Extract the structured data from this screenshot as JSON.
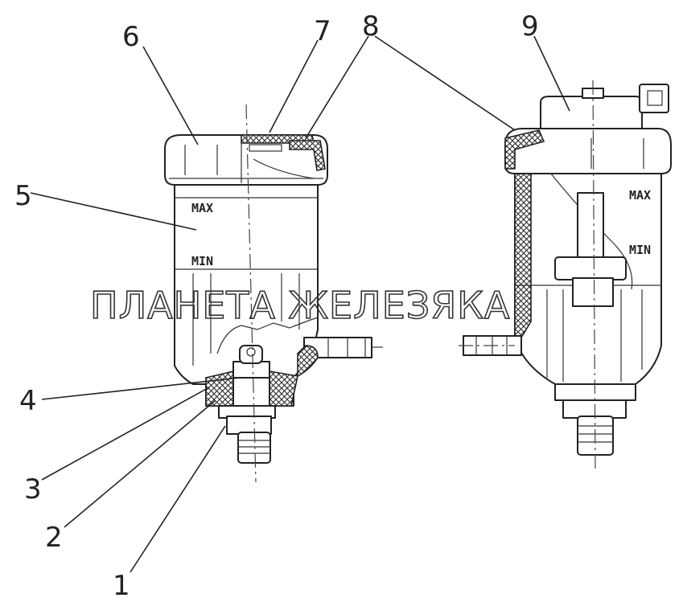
{
  "labels": {
    "l1": "1",
    "l2": "2",
    "l3": "3",
    "l4": "4",
    "l5": "5",
    "l6": "6",
    "l7": "7",
    "l8": "8",
    "l9": "9"
  },
  "scale_left": {
    "max": "MAX",
    "min": "MIN"
  },
  "scale_right": {
    "max": "MAX",
    "min": "MIN"
  },
  "watermark": "ПЛАНЕТА ЖЕЛЕЗЯКА"
}
